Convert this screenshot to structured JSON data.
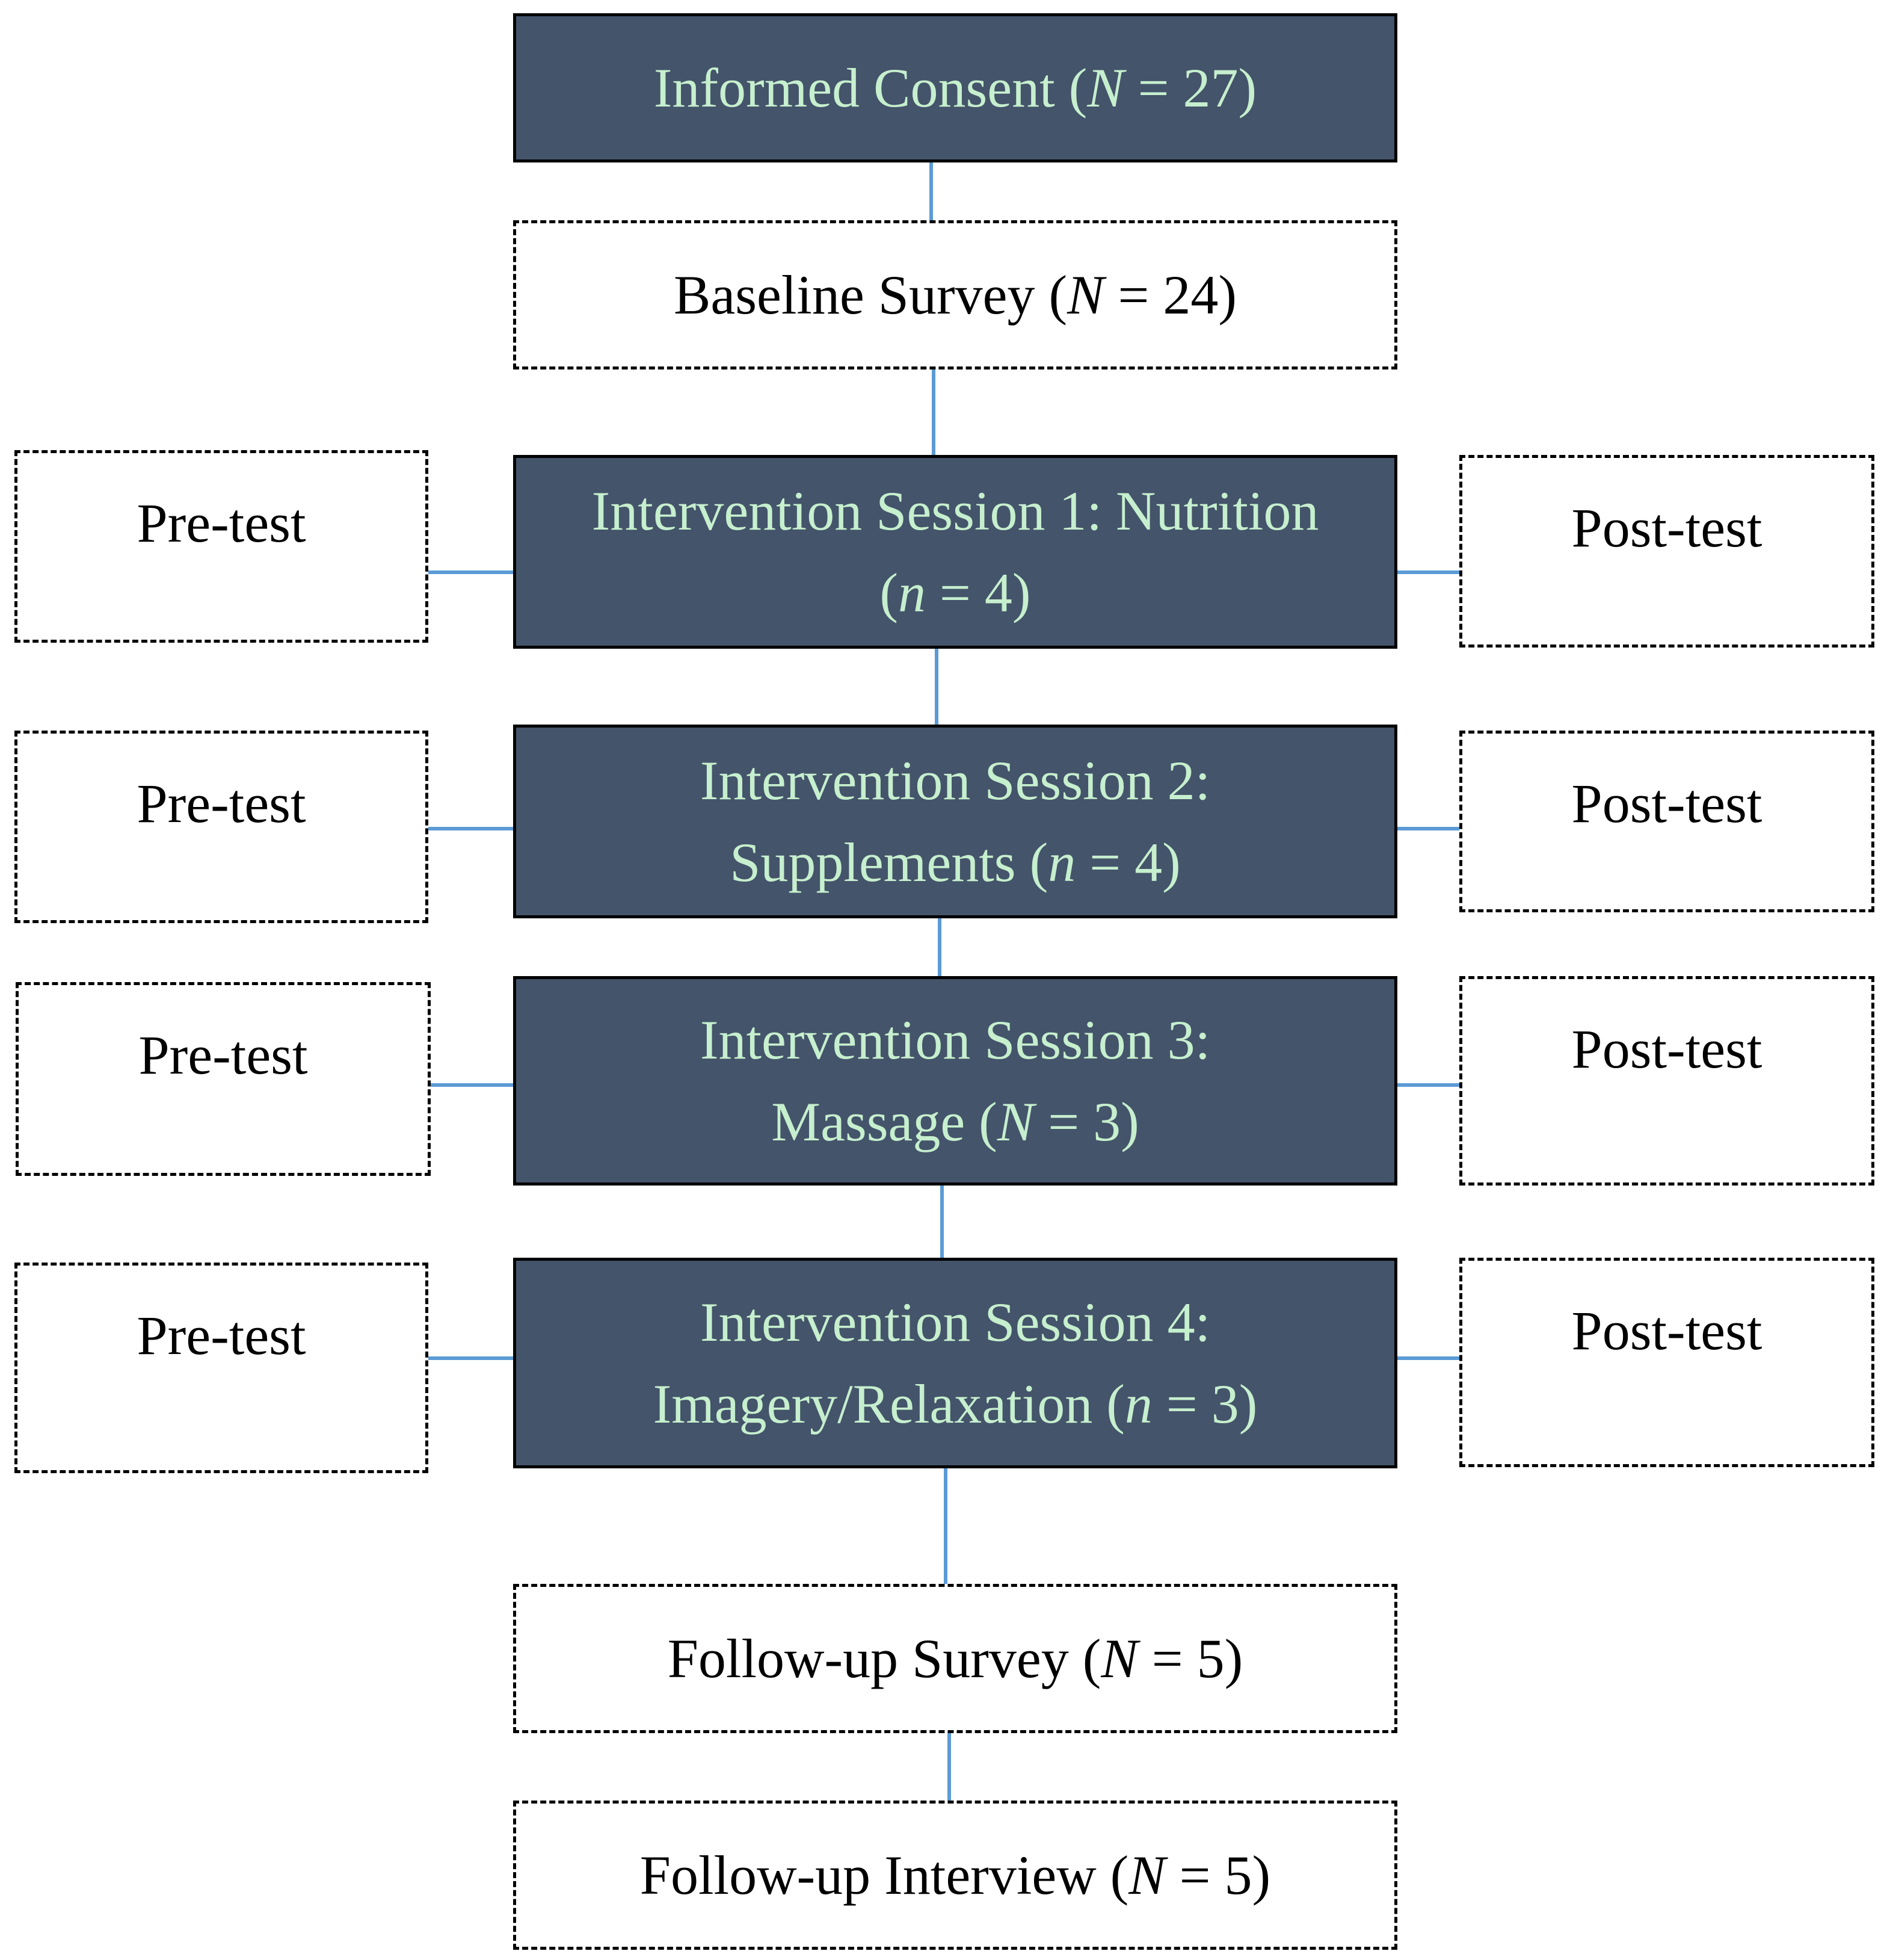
{
  "colors": {
    "solid_fill": "#44546a",
    "solid_text": "#c6efce",
    "connector": "#5b9bd5",
    "border": "#000000"
  },
  "flow": {
    "consent": {
      "label": "Informed Consent (",
      "var": "N",
      "count": " = 27)"
    },
    "baseline": {
      "label": "Baseline Survey (",
      "var": "N",
      "count": " = 24)"
    },
    "session1": {
      "line1": "Intervention Session 1: Nutrition",
      "line2_pre": "(",
      "var": "n",
      "count": " = 4)"
    },
    "session2": {
      "line1": "Intervention Session 2:",
      "line2_pre": "Supplements (",
      "var": "n",
      "count": " = 4)"
    },
    "session3": {
      "line1": "Intervention Session 3:",
      "line2_pre": "Massage (",
      "var": "N",
      "count": " = 3)"
    },
    "session4": {
      "line1": "Intervention Session 4:",
      "line2_pre": "Imagery/Relaxation (",
      "var": "n",
      "count": " = 3)"
    },
    "followup_survey": {
      "label": "Follow-up Survey (",
      "var": "N",
      "count": " = 5)"
    },
    "followup_interview": {
      "label": "Follow-up Interview (",
      "var": "N",
      "count": " = 5)"
    }
  },
  "pretests": [
    "Pre-test",
    "Pre-test",
    "Pre-test",
    "Pre-test"
  ],
  "posttests": [
    "Post-test",
    "Post-test",
    "Post-test",
    "Post-test"
  ]
}
